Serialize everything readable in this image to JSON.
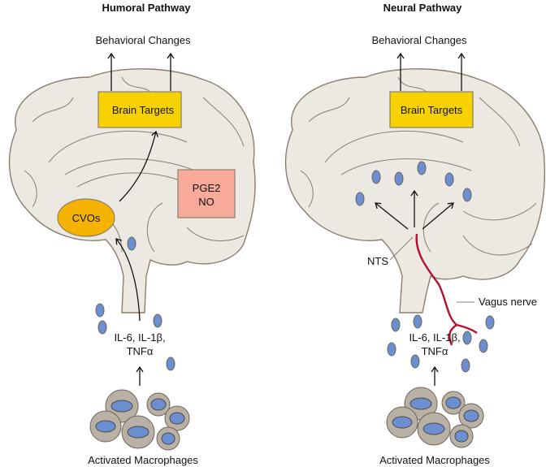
{
  "humoral": {
    "title": "Humoral Pathway",
    "behavioral_changes": "Behavioral Changes",
    "brain_targets": "Brain Targets",
    "mediators_line1": "PGE2",
    "mediators_line2": "NO",
    "cvos": "CVOs",
    "cytokines_line1": "IL-6, IL-1β,",
    "cytokines_line2": "TNFα",
    "macrophages": "Activated Macrophages"
  },
  "neural": {
    "title": "Neural Pathway",
    "behavioral_changes": "Behavioral Changes",
    "brain_targets": "Brain Targets",
    "nts": "NTS",
    "vagus": "Vagus nerve",
    "cytokines_line1": "IL-6, IL-1β,",
    "cytokines_line2": "TNFα",
    "macrophages": "Activated Macrophages"
  },
  "colors": {
    "brain_targets": "#f7d100",
    "cvos": "#f5b300",
    "mediators": "#f7a99a",
    "cytokine": "#6b8fd1",
    "vagus": "#b3102a",
    "brain": "#ece8e2"
  }
}
